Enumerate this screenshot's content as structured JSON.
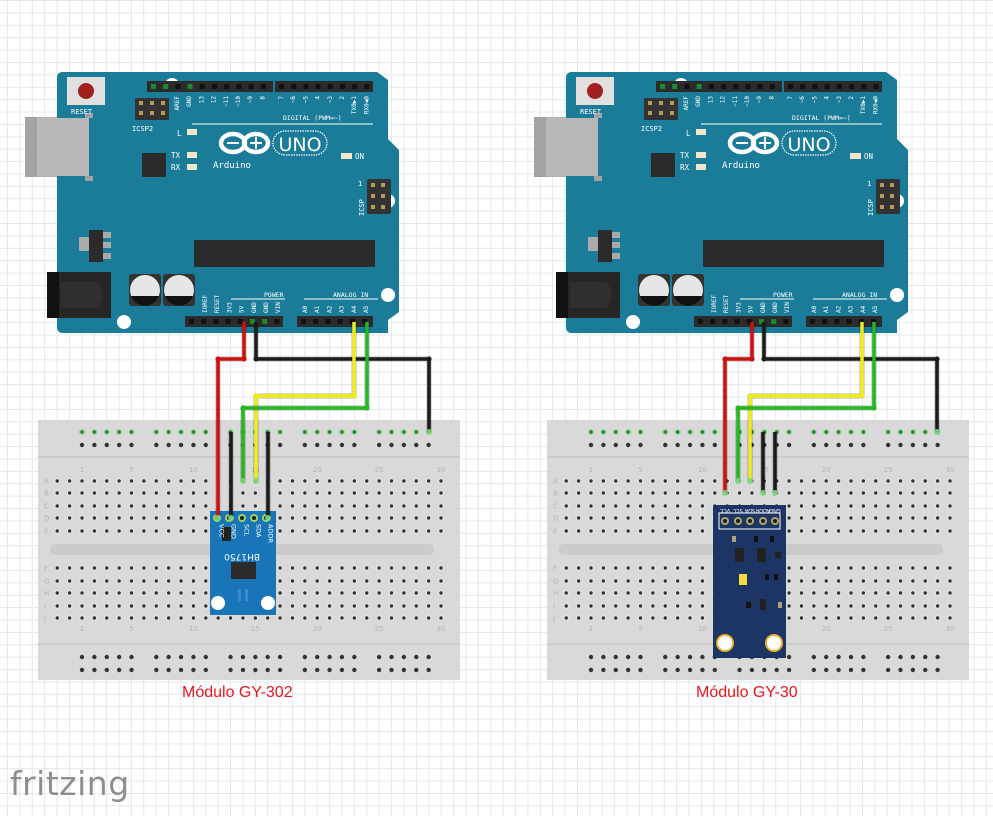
{
  "app": {
    "logo_text": "fritzing",
    "logo_icon": "fritzing-logo"
  },
  "colors": {
    "board_teal": "#1b7c99",
    "board_teal_dark": "#156a84",
    "breadboard": "#d9d9d9",
    "wire_red": "#cc1111",
    "wire_black": "#1a1a1a",
    "wire_yellow": "#f0ec1a",
    "wire_green": "#22b822",
    "module_blue_gy302": "#1a74b8",
    "module_navy_gy30": "#1d3564",
    "caption_red": "#e8161b"
  },
  "circuits": [
    {
      "id": "left",
      "caption": "Módulo GY-302",
      "arduino": {
        "logo_text": "UNO",
        "brand_text": "Arduino",
        "reset_label": "RESET",
        "icsp2_label": "ICSP2",
        "icsp_label": "ICSP",
        "icsp_pin1": "1",
        "digital_label": "DIGITAL (PWM=~)",
        "led_labels": [
          "L",
          "TX",
          "RX"
        ],
        "on_label": "ON",
        "power_label": "POWER",
        "analog_label": "ANALOG IN",
        "digital_pins_left": [
          "AREF",
          "GND",
          "13",
          "12",
          "~11",
          "~10",
          "~9",
          "8"
        ],
        "digital_pins_right": [
          "7",
          "~6",
          "~5",
          "4",
          "~3",
          "2",
          "TX0▶1",
          "RX0◀0"
        ],
        "power_pins": [
          "IOREF",
          "RESET",
          "3V3",
          "5V",
          "GND",
          "GND",
          "VIN"
        ],
        "analog_pins": [
          "A0",
          "A1",
          "A2",
          "A3",
          "A4",
          "A5"
        ]
      },
      "breadboard": {
        "row_labels": [
          "A",
          "B",
          "C",
          "D",
          "E",
          "F",
          "G",
          "H",
          "I",
          "J"
        ],
        "column_labels": [
          "1",
          "5",
          "10",
          "15",
          "20",
          "25",
          "30"
        ]
      },
      "module": {
        "name": "BH1750",
        "type": "GY-302",
        "pins": [
          "VCC",
          "GND",
          "SCL",
          "SDA",
          "ADDR"
        ]
      },
      "wires": [
        {
          "name": "5V-to-VCC",
          "color": "red"
        },
        {
          "name": "GND-to-rail",
          "color": "black"
        },
        {
          "name": "A4-to-SDA",
          "color": "yellow"
        },
        {
          "name": "A5-to-SCL",
          "color": "green"
        },
        {
          "name": "rail-to-GND",
          "color": "black"
        },
        {
          "name": "rail-to-ADDR",
          "color": "black"
        }
      ]
    },
    {
      "id": "right",
      "caption": "Módulo GY-30",
      "arduino": {
        "logo_text": "UNO",
        "brand_text": "Arduino",
        "reset_label": "RESET",
        "icsp2_label": "ICSP2",
        "icsp_label": "ICSP",
        "icsp_pin1": "1",
        "digital_label": "DIGITAL (PWM=~)",
        "led_labels": [
          "L",
          "TX",
          "RX"
        ],
        "on_label": "ON",
        "power_label": "POWER",
        "analog_label": "ANALOG IN",
        "digital_pins_left": [
          "AREF",
          "GND",
          "13",
          "12",
          "~11",
          "~10",
          "~9",
          "8"
        ],
        "digital_pins_right": [
          "7",
          "~6",
          "~5",
          "4",
          "~3",
          "2",
          "TX0▶1",
          "RX0◀0"
        ],
        "power_pins": [
          "IOREF",
          "RESET",
          "3V3",
          "5V",
          "GND",
          "GND",
          "VIN"
        ],
        "analog_pins": [
          "A0",
          "A1",
          "A2",
          "A3",
          "A4",
          "A5"
        ]
      },
      "breadboard": {
        "row_labels": [
          "A",
          "B",
          "C",
          "D",
          "E",
          "F",
          "G",
          "H",
          "I",
          "J"
        ],
        "column_labels": [
          "1",
          "5",
          "10",
          "15",
          "20",
          "25",
          "30"
        ]
      },
      "module": {
        "name": "GY-30",
        "type": "GY-30",
        "pins": [
          "VCC",
          "SCL",
          "SDA",
          "ADDR",
          "GND"
        ]
      },
      "wires": [
        {
          "name": "5V-to-VCC",
          "color": "red"
        },
        {
          "name": "GND-to-rail",
          "color": "black"
        },
        {
          "name": "A4-to-SDA",
          "color": "yellow"
        },
        {
          "name": "A5-to-SCL",
          "color": "green"
        },
        {
          "name": "rail-to-ADDR",
          "color": "black"
        },
        {
          "name": "rail-to-GND",
          "color": "black"
        }
      ]
    }
  ]
}
